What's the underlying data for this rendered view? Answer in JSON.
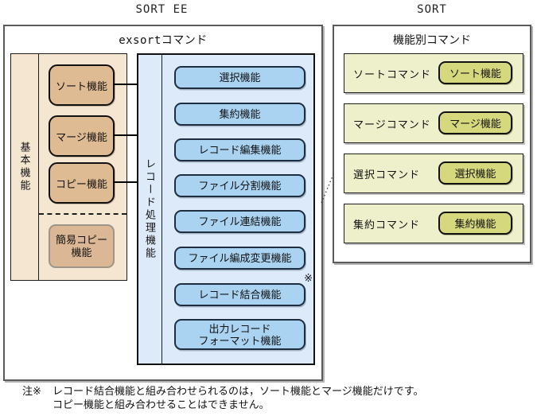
{
  "header": {
    "left_label": "SORT EE",
    "right_label": "SORT"
  },
  "exsort": {
    "title": "exsortコマンド",
    "basic": {
      "strip_label": "基本機能",
      "functions": [
        "ソート機能",
        "マージ機能",
        "コピー機能"
      ],
      "simple_copy_label": "簡易コピー\n機能"
    },
    "record": {
      "strip_label": "レコード処理機能",
      "functions": [
        "選択機能",
        "集約機能",
        "レコード編集機能",
        "ファイル分割機能",
        "ファイル連結機能",
        "ファイル編成変更機能",
        "レコード結合機能",
        "出力レコード\nフォーマット機能"
      ],
      "note_marker": "※"
    }
  },
  "sort": {
    "title": "機能別コマンド",
    "rows": [
      {
        "command": "ソートコマンド",
        "function": "ソート機能"
      },
      {
        "command": "マージコマンド",
        "function": "マージ機能"
      },
      {
        "command": "選択コマンド",
        "function": "選択機能"
      },
      {
        "command": "集約コマンド",
        "function": "集約機能"
      }
    ]
  },
  "footnote": {
    "marker": "注※",
    "line1": "レコード結合機能と組み合わせられるのは，ソート機能とマージ機能だけです。",
    "line2": "コピー機能と組み合わせることはできません。"
  },
  "colors": {
    "basic_panel_bg": "#f5e6d2",
    "basic_func_bg": "#dfbb93",
    "simple_copy_bg": "#dcb795",
    "record_panel_bg": "#ddeafa",
    "record_func_bg": "#aad3f2",
    "sort_row_bg": "#eef0cb",
    "sort_badge_bg": "#d6d87e",
    "outer_border": "#5a5a5a"
  }
}
